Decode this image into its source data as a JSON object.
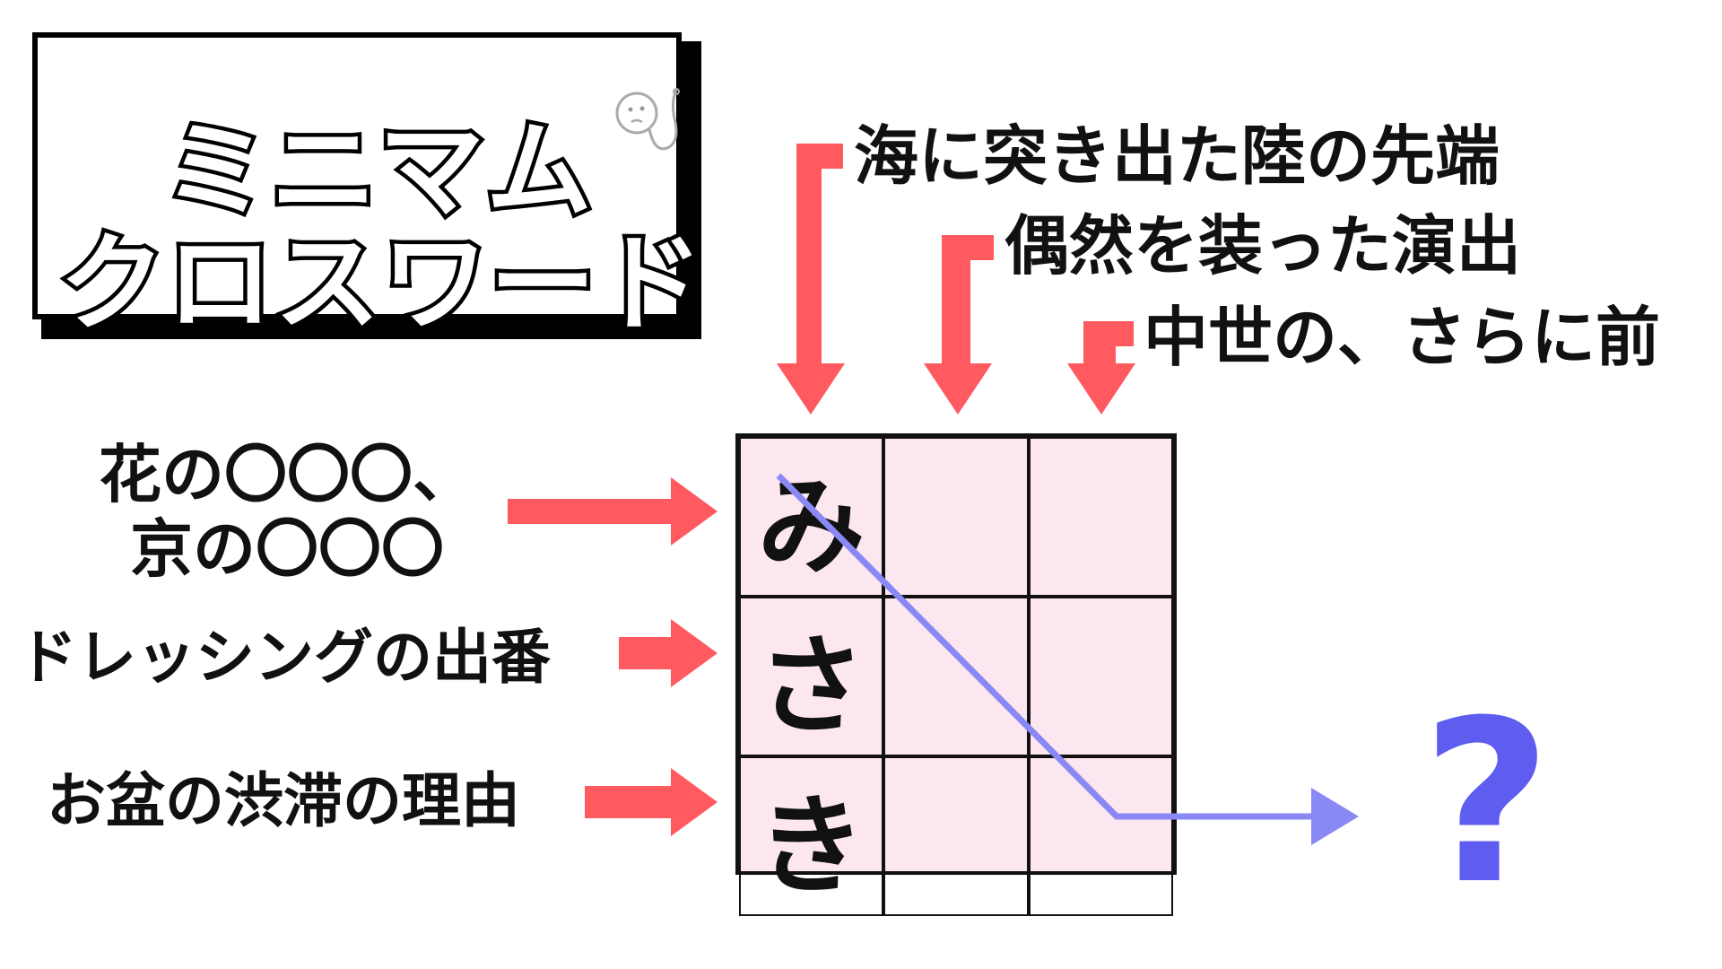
{
  "title": {
    "line1": "ミニマム",
    "line2": "クロスワード"
  },
  "clues": {
    "down": [
      "海に突き出た陸の先端",
      "偶然を装った演出",
      "中世の、さらに前"
    ],
    "across": [
      {
        "line1": "花の〇〇〇、",
        "line2": "京の〇〇〇"
      },
      {
        "text": "ドレッシングの出番"
      },
      {
        "text": "お盆の渋滞の理由"
      }
    ]
  },
  "grid": {
    "rows": [
      [
        "み",
        "",
        ""
      ],
      [
        "さ",
        "",
        ""
      ],
      [
        "き",
        "",
        ""
      ]
    ]
  },
  "answer": {
    "symbol": "?"
  },
  "colors": {
    "arrow": "#ff5a5f",
    "cell_fill": "#fce6ef",
    "path": "#8a88f5",
    "question": "#5f5cf0"
  },
  "icons": {
    "mascot": "hand-drawn-face-doodle-icon",
    "arrow": "red-arrow-icon"
  }
}
